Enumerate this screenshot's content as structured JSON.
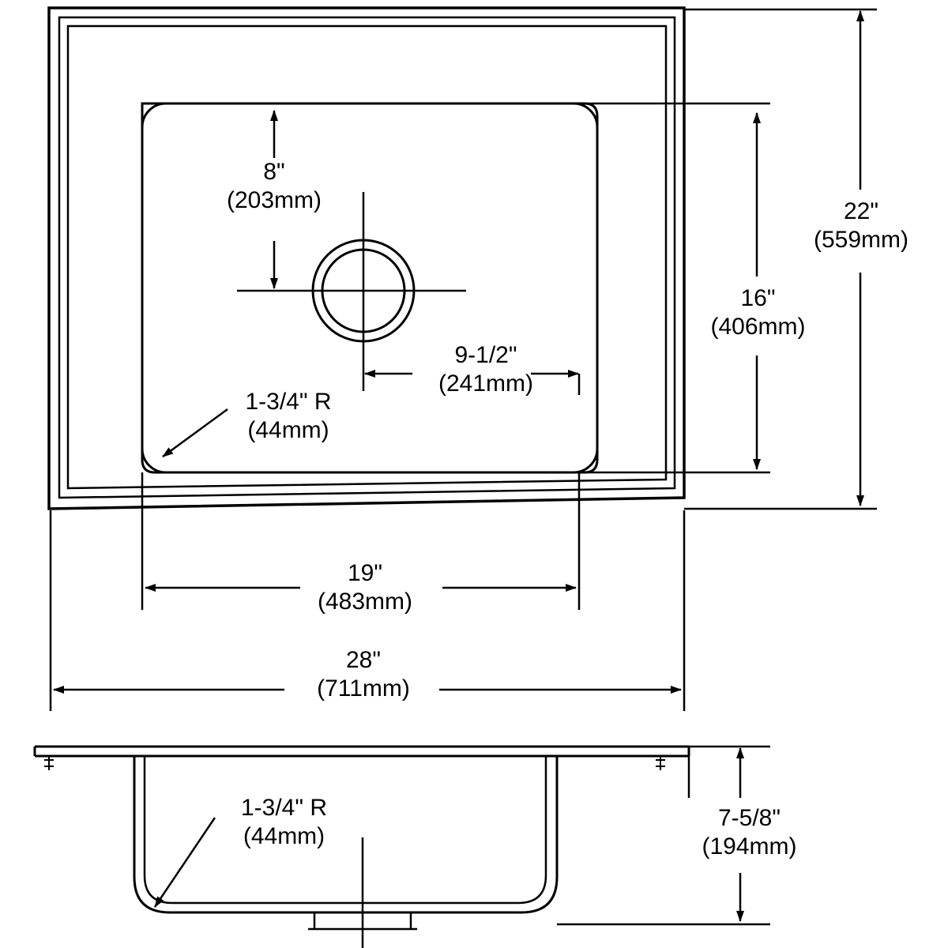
{
  "drawing": {
    "title": "Sink dimensional drawing",
    "views": [
      {
        "name": "top-view",
        "label": ""
      },
      {
        "name": "section-view",
        "label": ""
      }
    ],
    "line_color": "#000000",
    "background_color": "#ffffff"
  },
  "dimensions": {
    "bowl_depth_from_top": {
      "imperial": "8\"",
      "metric": "(203mm)"
    },
    "drain_offset_horizontal": {
      "imperial": "9-1/2\"",
      "metric": "(241mm)"
    },
    "corner_radius_top": {
      "imperial": "1-3/4\" R",
      "metric": "(44mm)"
    },
    "bowl_height": {
      "imperial": "16\"",
      "metric": "(406mm)"
    },
    "overall_height": {
      "imperial": "22\"",
      "metric": "(559mm)"
    },
    "bowl_width": {
      "imperial": "19\"",
      "metric": "(483mm)"
    },
    "overall_width": {
      "imperial": "28\"",
      "metric": "(711mm)"
    },
    "corner_radius_section": {
      "imperial": "1-3/4\" R",
      "metric": "(44mm)"
    },
    "bowl_depth": {
      "imperial": "7-5/8\"",
      "metric": "(194mm)"
    }
  }
}
